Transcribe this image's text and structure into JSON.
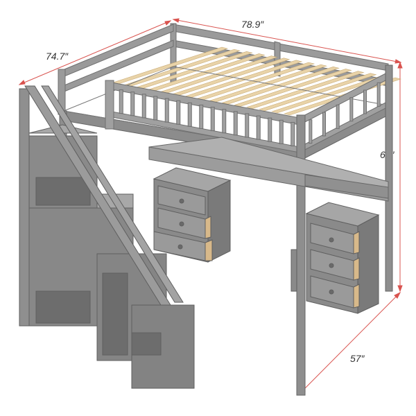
{
  "dimensions": {
    "width_label": "78.9″",
    "depth_label": "74.7″",
    "height_label": "68″",
    "underbed_label": "57″"
  },
  "colors": {
    "frame": "#8c8c8c",
    "frame_dark": "#6f6f6f",
    "frame_light": "#a8a8a8",
    "slat": "#e9d3a8",
    "dimension_line": "#d9534f",
    "label": "#333333"
  }
}
